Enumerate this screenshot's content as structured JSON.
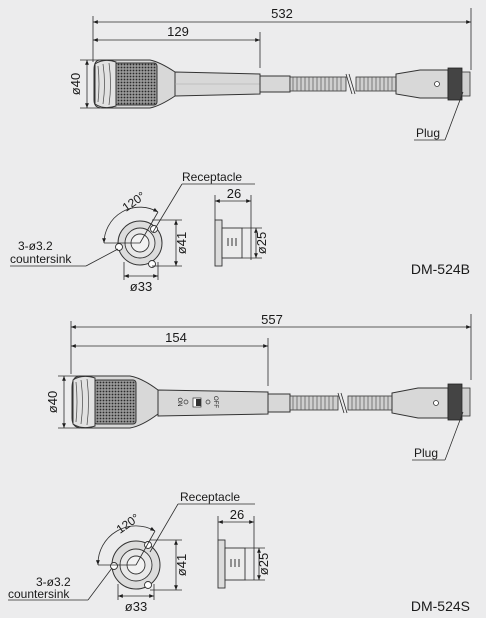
{
  "diagram_b": {
    "model": "DM-524B",
    "dims": {
      "overall": "532",
      "head": "129",
      "diameter": "ø40",
      "receptacle_height": "ø41",
      "receptacle_width": "ø33",
      "plug_depth": "26",
      "plug_diameter": "ø25",
      "angle": "120°"
    },
    "labels": {
      "plug": "Plug",
      "receptacle": "Receptacle",
      "screw": "3-ø3.2",
      "countersink": "countersink"
    }
  },
  "diagram_s": {
    "model": "DM-524S",
    "dims": {
      "overall": "557",
      "head": "154",
      "diameter": "ø40",
      "receptacle_height": "ø41",
      "receptacle_width": "ø33",
      "plug_depth": "26",
      "plug_diameter": "ø25",
      "angle": "120°"
    },
    "labels": {
      "plug": "Plug",
      "receptacle": "Receptacle",
      "screw": "3-ø3.2",
      "countersink": "countersink",
      "switch_on": "ON",
      "switch_off": "OFF"
    }
  },
  "colors": {
    "background": "#ececed",
    "line": "#2b2b2b",
    "body_fill": "#d8d8d8"
  }
}
